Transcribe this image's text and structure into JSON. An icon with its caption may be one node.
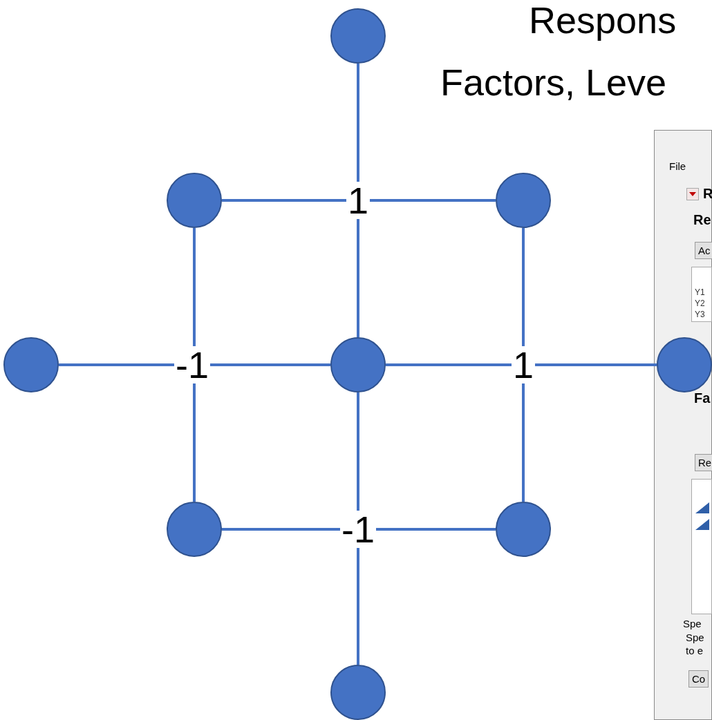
{
  "diagram": {
    "nodes": [
      {
        "text": [],
        "shape": "circle"
      },
      {
        "text": [],
        "shape": "circle"
      },
      {
        "text": [],
        "shape": "circle"
      },
      {
        "text": [],
        "shape": "circle"
      },
      {
        "text": [],
        "shape": "circle"
      },
      {
        "text": [],
        "shape": "circle"
      },
      {
        "text": [],
        "shape": "circle"
      },
      {
        "text": [],
        "shape": "circle"
      },
      {
        "text": [],
        "shape": "circle"
      }
    ],
    "edges": [
      {
        "from": 0,
        "to": 4,
        "arrow": "none"
      },
      {
        "from": 1,
        "to": 2,
        "arrow": "none"
      },
      {
        "from": 1,
        "to": 6,
        "arrow": "none"
      },
      {
        "from": 2,
        "to": 7,
        "arrow": "none"
      },
      {
        "from": 3,
        "to": 4,
        "arrow": "none"
      },
      {
        "from": 4,
        "to": 5,
        "arrow": "none"
      },
      {
        "from": 4,
        "to": 8,
        "arrow": "none"
      },
      {
        "from": 6,
        "to": 7,
        "arrow": "none"
      }
    ],
    "labels": [
      "Respons",
      "Factors, Leve",
      "File",
      "R",
      "1",
      "Re",
      "Ac",
      "Y1",
      "Y2",
      "Y3",
      "-1",
      "1",
      "Fa",
      "Re",
      "-1",
      "Spe",
      "Spe",
      "to e",
      "Co"
    ]
  }
}
